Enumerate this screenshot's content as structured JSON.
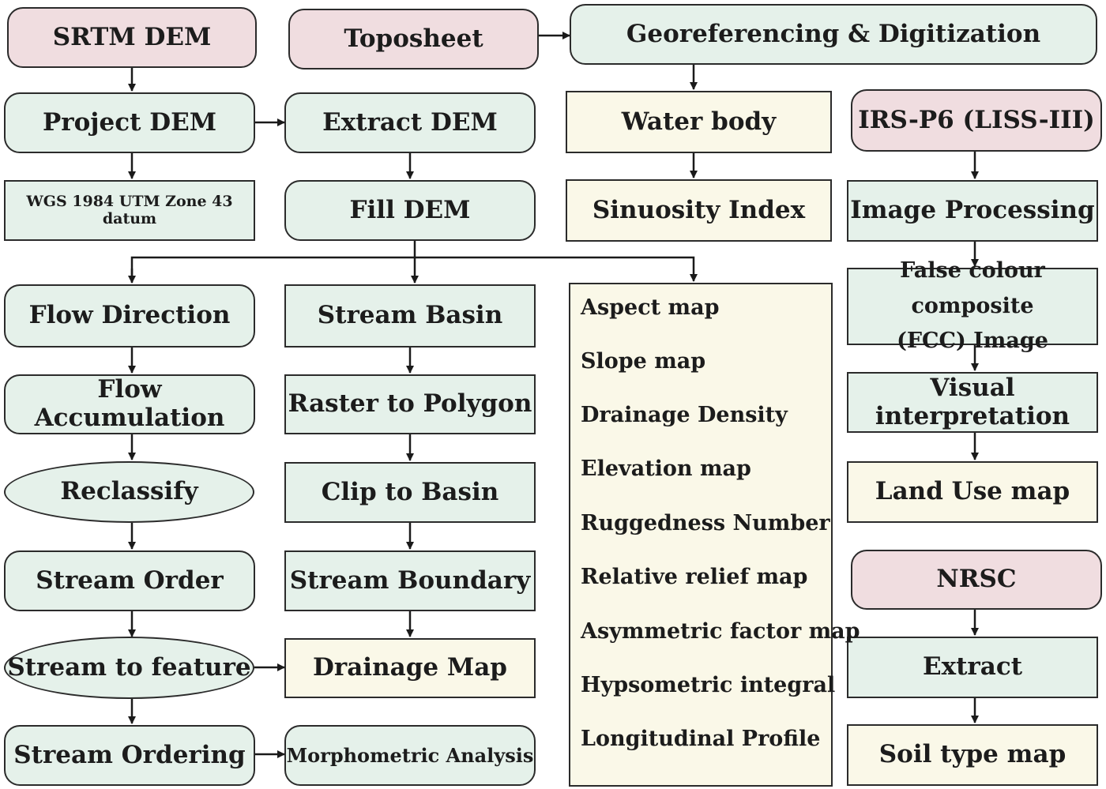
{
  "nodes": {
    "srtm_dem": "SRTM DEM",
    "toposheet": "Toposheet",
    "georeferencing": "Georeferencing & Digitization",
    "project_dem": "Project DEM",
    "extract_dem": "Extract DEM",
    "water_body": "Water body",
    "irs_p6": "IRS-P6 (LISS-III)",
    "wgs_datum": "WGS 1984 UTM Zone 43 datum",
    "fill_dem": "Fill DEM",
    "sinuosity_index": "Sinuosity Index",
    "image_processing": "Image Processing",
    "flow_direction": "Flow Direction",
    "stream_basin": "Stream Basin",
    "fcc_line1": "False colour composite",
    "fcc_line2": "(FCC) Image",
    "flow_accumulation": "Flow Accumulation",
    "raster_to_polygon": "Raster to Polygon",
    "visual_interpretation": "Visual interpretation",
    "reclassify": "Reclassify",
    "clip_to_basin": "Clip to Basin",
    "land_use_map": "Land Use map",
    "stream_order": "Stream Order",
    "stream_boundary": "Stream Boundary",
    "nrsc": "NRSC",
    "stream_to_feature": "Stream to feature",
    "drainage_map": "Drainage Map",
    "extract": "Extract",
    "stream_ordering": "Stream Ordering",
    "morphometric_analysis": "Morphometric Analysis",
    "soil_type_map": "Soil type map"
  },
  "morphometric_parameters": [
    "Aspect map",
    "Slope map",
    "Drainage Density",
    "Elevation map",
    "Ruggedness Number",
    "Relative relief map",
    "Asymmetric factor map",
    "Hypsometric integral",
    "Longitudinal Profile"
  ],
  "colors": {
    "source_fill": "#f0dde0",
    "process_fill": "#e5f1ea",
    "output_fill": "#faf8e8",
    "border": "#2b2b2b",
    "arrow": "#1a1a1a"
  }
}
